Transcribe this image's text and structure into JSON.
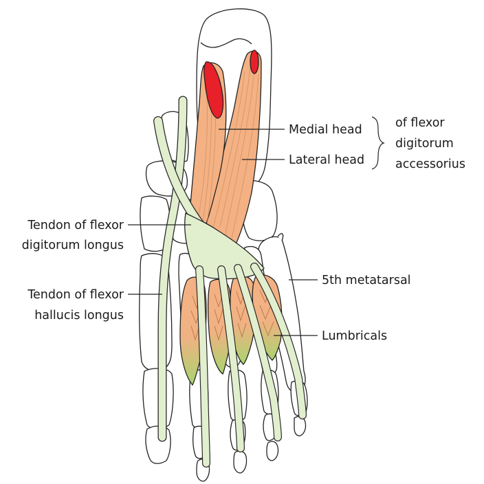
{
  "labels": {
    "medial_head": "Medial head",
    "lateral_head": "Lateral head",
    "of_flexor": "of flexor",
    "digitorum": "digitorum",
    "accessorius": "accessorius",
    "fdl_line1": "Tendon of flexor",
    "fdl_line2": "digitorum longus",
    "fhl_line1": "Tendon of flexor",
    "fhl_line2": "hallucis longus",
    "fifth_metatarsal": "5th metatarsal",
    "lumbricals": "Lumbricals"
  },
  "colors": {
    "muscle": "#f4b183",
    "muscle_origin": "#e8202a",
    "tendon": "#e2efcf",
    "lumbrical_tip": "#a9d46e",
    "bone": "#ffffff",
    "outline": "#222222"
  }
}
